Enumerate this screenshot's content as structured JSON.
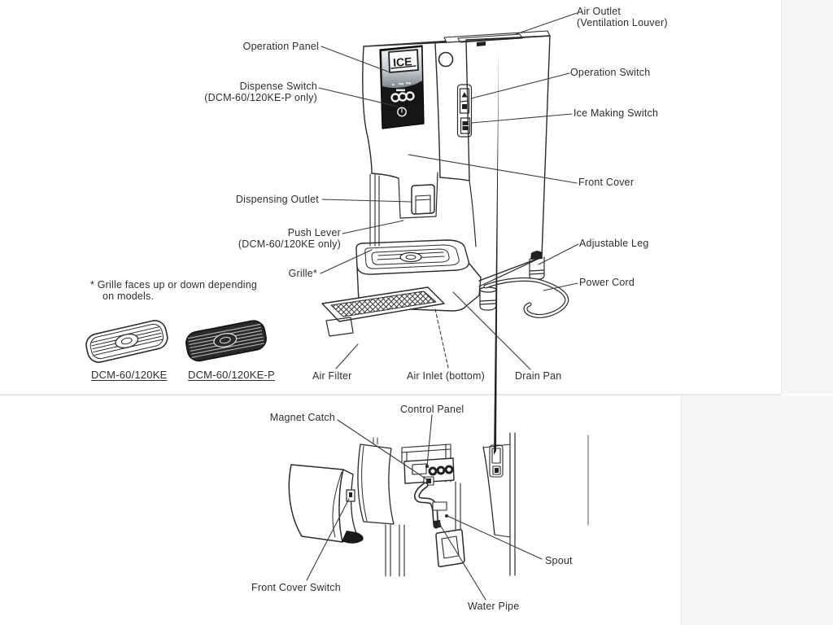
{
  "top_diagram": {
    "labels": {
      "air_outlet": {
        "line1": "Air Outlet",
        "line2": "(Ventilation Louver)"
      },
      "operation_panel": "Operation Panel",
      "dispense_switch": {
        "line1": "Dispense Switch",
        "line2": "(DCM-60/120KE-P only)"
      },
      "operation_switch": "Operation Switch",
      "ice_making_switch": "Ice Making Switch",
      "front_cover": "Front Cover",
      "dispensing_outlet": "Dispensing Outlet",
      "push_lever": {
        "line1": "Push Lever",
        "line2": "(DCM-60/120KE only)"
      },
      "grille": "Grille*",
      "adjustable_leg": "Adjustable Leg",
      "power_cord": "Power Cord",
      "air_filter": "Air Filter",
      "air_inlet": "Air Inlet (bottom)",
      "drain_pan": "Drain Pan"
    },
    "note": {
      "line1": "* Grille faces up or down depending",
      "line2": "on models."
    },
    "models": {
      "model1": "DCM-60/120KE",
      "model2": "DCM-60/120KE-P"
    },
    "machine": {
      "logo": "ICE"
    }
  },
  "bottom_diagram": {
    "labels": {
      "magnet_catch": "Magnet Catch",
      "control_panel": "Control Panel",
      "front_cover_switch": "Front Cover Switch",
      "spout": "Spout",
      "water_pipe": "Water Pipe"
    }
  },
  "colors": {
    "ink": "#2b2b2b",
    "panel_black": "#161616"
  }
}
